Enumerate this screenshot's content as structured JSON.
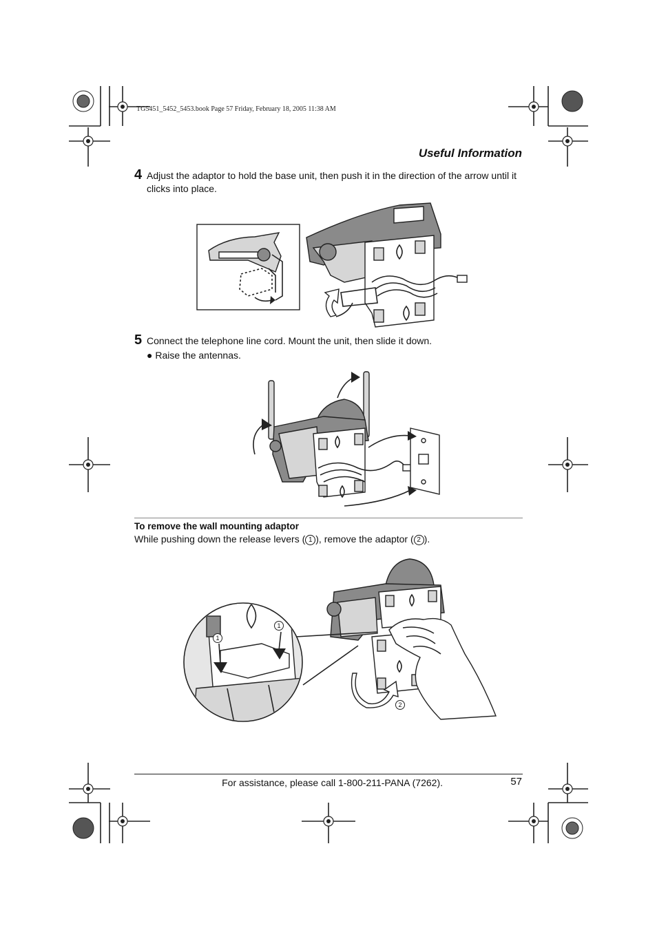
{
  "print_header": "TG5451_5452_5453.book  Page 57  Friday, February 18, 2005  11:38 AM",
  "section_title": "Useful Information",
  "steps": [
    {
      "number": "4",
      "text": "Adjust the adaptor to hold the base unit, then push it in the direction of the arrow until it clicks into place."
    },
    {
      "number": "5",
      "text": "Connect the telephone line cord. Mount the unit, then slide it down.",
      "bullet": "Raise the antennas."
    }
  ],
  "remove_section": {
    "heading": "To remove the wall mounting adaptor",
    "text_before": "While pushing down the release levers (",
    "mark_1": "1",
    "text_middle": "), remove the adaptor (",
    "mark_2": "2",
    "text_after": ")."
  },
  "figure_labels": {
    "lever": "1",
    "adaptor": "2"
  },
  "footer": {
    "assistance": "For assistance, please call 1-800-211-PANA (7262).",
    "page": "57"
  }
}
